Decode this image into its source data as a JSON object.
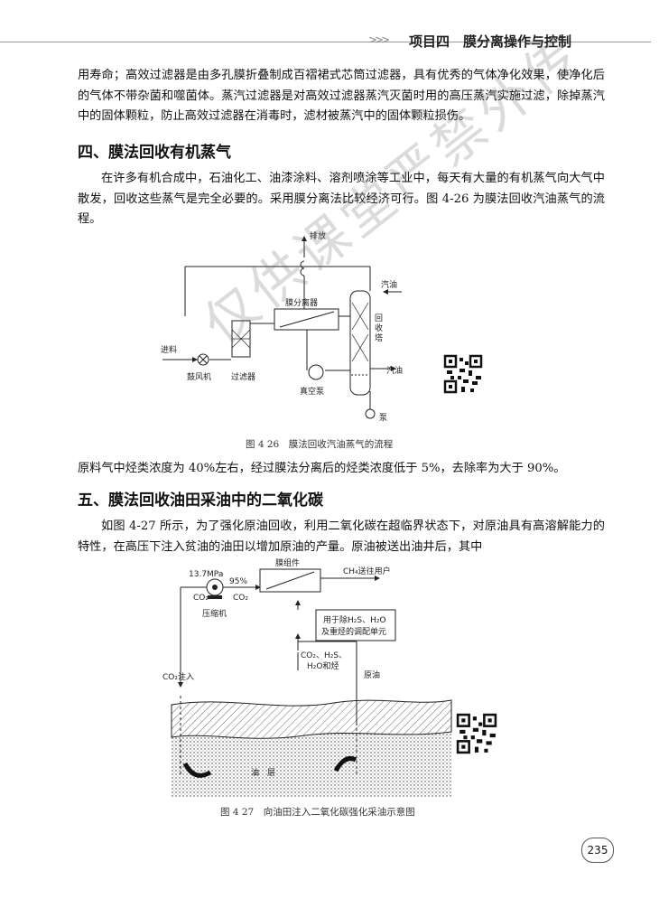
{
  "header": {
    "deco": ">>>",
    "title": "项目四　膜分离操作与控制"
  },
  "para1": "用寿命；高效过滤器是由多孔膜折叠制成百褶裙式芯筒过滤器，具有优秀的气体净化效果，使净化后的气体不带杂菌和噬菌体。蒸汽过滤器是对高效过滤器蒸汽灭菌时用的高压蒸汽实施过滤，除掉蒸汽中的固体颗粒，防止高效过滤器在消毒时，滤材被蒸汽中的固体颗粒损伤。",
  "section4": {
    "heading": "四、膜法回收有机蒸气",
    "para": "在许多有机合成中，石油化工、油漆涂料、溶剂喷涂等工业中，每天有大量的有机蒸气向大气中散发，回收这些蒸气是完全必要的。采用膜分离法比较经济可行。图 4-26 为膜法回收汽油蒸气的流程。"
  },
  "fig26": {
    "labels": {
      "vent": "排放",
      "membrane": "膜分离器",
      "gasoline_in": "汽油",
      "tower1": "回",
      "tower2": "收",
      "tower3": "塔",
      "feed": "进料",
      "blower": "鼓风机",
      "filter": "过滤器",
      "vacuum_pump": "真空泵",
      "gasoline_out": "汽油",
      "pump": "泵"
    },
    "caption": "图 4 26　膜法回收汽油蒸气的流程"
  },
  "para_after": "原料气中烃类浓度为 40%左右，经过膜法分离后的烃类浓度低于 5%，去除率为大于 90%。",
  "section5": {
    "heading": "五、膜法回收油田采油中的二氧化碳",
    "para": "如图 4-27 所示，为了强化原油回收，利用二氧化碳在超临界状态下，对原油具有高溶解能力的特性，在高压下注入贫油的油田以增加原油的产量。原油被送出油井后，其中"
  },
  "fig27": {
    "labels": {
      "pressure": "13.7MPa",
      "co2_left": "CO₂",
      "purity": "95%",
      "co2_mid": "CO₂",
      "membrane_unit": "膜组件",
      "ch4_out": "CH₄送往用户",
      "unit_line1": "用于除H₂S、H₂O",
      "unit_line2": "及重烃的调配单元",
      "compressor": "压缩机",
      "gas_line1": "CO₂、H₂S、",
      "gas_line2": "H₂O和烃",
      "crude": "原油",
      "co2_inject": "CO₂注入",
      "oil_layer": "油　层"
    },
    "caption": "图 4 27　向油田注入二氧化碳强化采油示意图"
  },
  "watermark": "仅供课堂严禁外传",
  "page_number": "235"
}
